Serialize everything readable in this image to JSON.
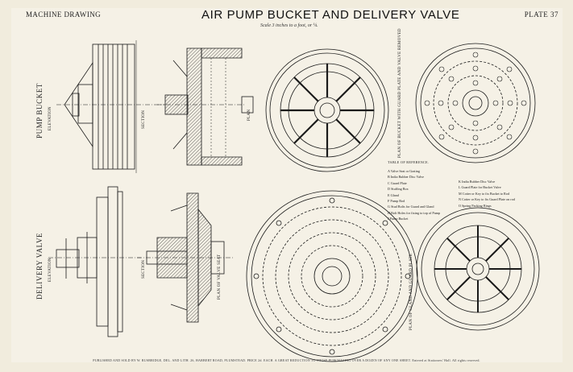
{
  "header": {
    "left": "MACHINE DRAWING",
    "title": "AIR PUMP BUCKET AND DELIVERY VALVE",
    "plate": "PLATE 37",
    "scale": "Scale 3 inches to a foot, or ¼."
  },
  "labels": {
    "pump_bucket": "PUMP BUCKET",
    "delivery_valve": "DELIVERY VALVE",
    "elevation_top": "ELEVATION",
    "elevation_bottom": "ELEVATION",
    "section_top": "SECTION",
    "section_bottom": "SECTION",
    "plan": "PLAN",
    "plan_of_bucket": "PLAN OF BUCKET WITH GUARD PLATE AND VALVE REMOVED",
    "plan_of_valve_seat": "PLAN OF VALVE SEAT",
    "plan_of_gland": "PLAN OF GLAND AND GUARD PLATE"
  },
  "legend": {
    "title": "TABLE OF REFERENCE.",
    "left": [
      "A  Valve Seat or Grating",
      "B  India Rubber Disc Valve",
      "C  Guard Plate",
      "D  Stuffing Box",
      "E  Gland",
      "F  Pump Rod",
      "G  Stud Bolts for Guard and Gland",
      "H  Bolt Holes for fixing to top of Pump",
      "J  Pump Bucket"
    ],
    "right": [
      "K  India Rubber Disc Valve",
      "L  Guard Plate for Bucket Valve",
      "M  Cotter or Key to fix Bucket to Rod",
      "N  Cotter or Key to fix Guard Plate on rod",
      "O  Spring Packing Rings"
    ]
  },
  "footer": "PUBLISHED AND SOLD BY W. RUSBRIDGE, DEL. AND LITH. 26, HARBERT ROAD, PLUMSTEAD.  PRICE 2d. EACH.  A GREAT REDUCTION TO THOSE PURCHASING OVER A DOZEN OF ANY ONE SHEET.  Entered at Stationers' Hall.  All rights reserved."
}
